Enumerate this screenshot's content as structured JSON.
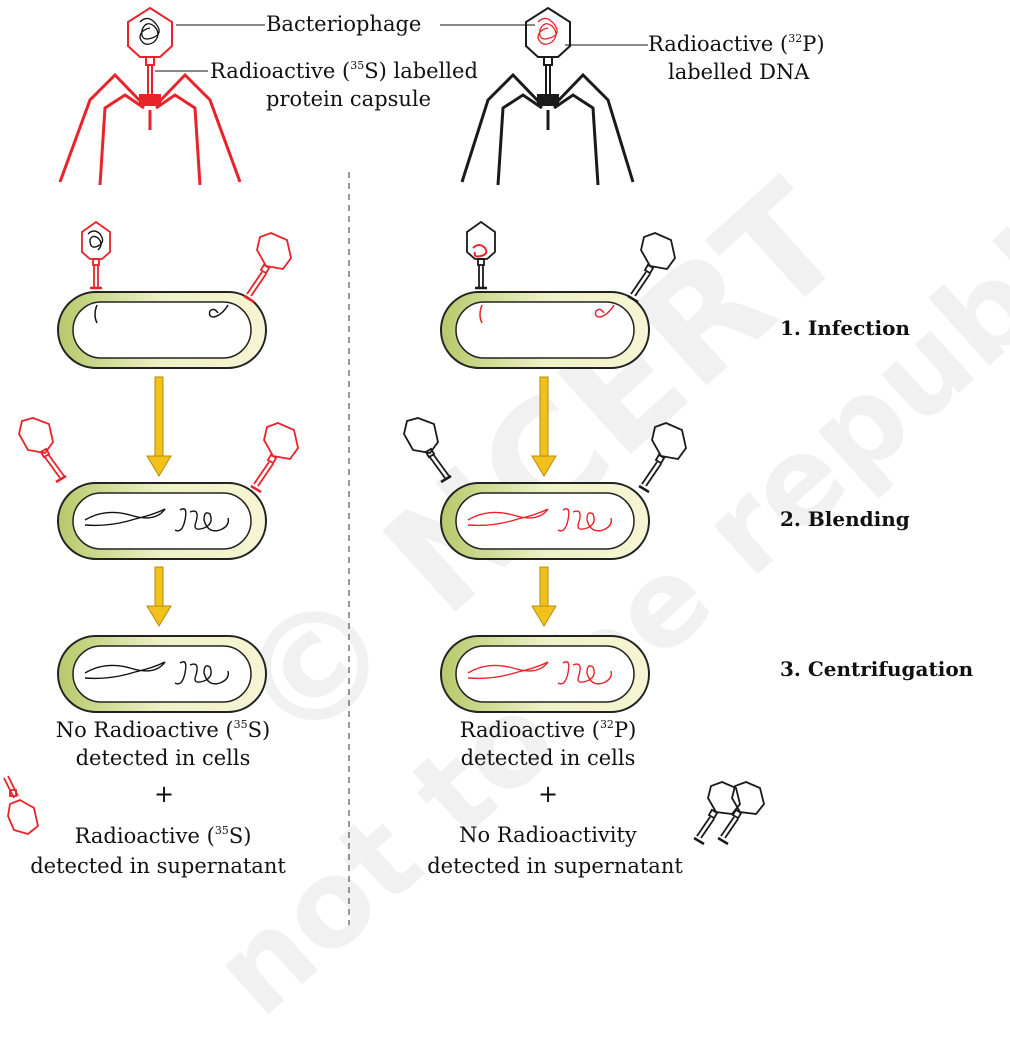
{
  "watermark": {
    "line1": "© NCERT",
    "line2": "not to be republished"
  },
  "top_labels": {
    "bacteriophage": "Bacteriophage",
    "sulfur_label_pre": "Radioactive (",
    "sulfur_isotope_mass": "35",
    "sulfur_label_post": "S) labelled",
    "sulfur_label_line2": "protein capsule",
    "phosphorus_label_pre": "Radioactive (",
    "phosphorus_isotope_mass": "32",
    "phosphorus_label_post": "P)",
    "phosphorus_label_line2": "labelled DNA"
  },
  "steps": {
    "infection": "1. Infection",
    "blending": "2. Blending",
    "centrifugation": "3. Centrifugation"
  },
  "left_results": {
    "cells_pre": "No Radioactive (",
    "cells_mass": "35",
    "cells_post": "S)",
    "cells_line2": "detected in cells",
    "plus": "+",
    "super_pre": "Radioactive (",
    "super_mass": "35",
    "super_post": "S)",
    "super_line2": "detected in supernatant"
  },
  "right_results": {
    "cells_pre": "Radioactive (",
    "cells_mass": "32",
    "cells_post": "P)",
    "cells_line2": "detected in cells",
    "plus": "+",
    "super_line1": "No Radioactivity",
    "super_line2": "detected in supernatant"
  },
  "colors": {
    "radioactive": "#e8232a",
    "normal": "#1a1a1a",
    "cell_outer": "#c4d27a",
    "cell_inner": "#fffbe2",
    "arrow": "#f1c21c",
    "arrow_stroke": "#b98a0a"
  }
}
